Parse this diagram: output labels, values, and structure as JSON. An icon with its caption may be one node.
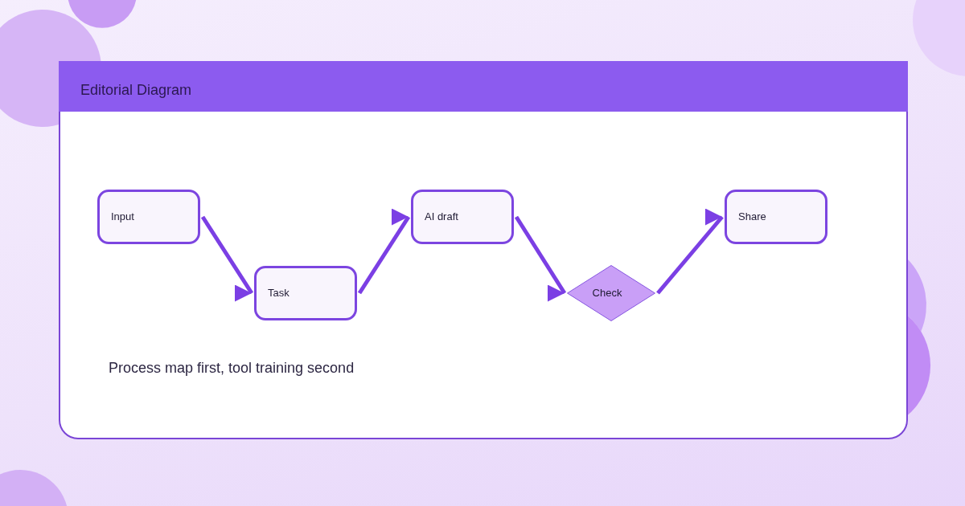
{
  "diagram": {
    "title": "Editorial Diagram",
    "caption": "Process map first, tool training second",
    "nodes": [
      {
        "text": [
          "Input"
        ]
      },
      {
        "text": [
          "Task"
        ]
      },
      {
        "text": [
          "AI draft"
        ]
      },
      {
        "text": [
          "Check"
        ]
      },
      {
        "text": [
          "Share"
        ]
      }
    ],
    "edges": [
      {
        "from": 0,
        "to": 1,
        "arrow": "to"
      },
      {
        "from": 1,
        "to": 2,
        "arrow": "to"
      },
      {
        "from": 2,
        "to": 3,
        "arrow": "to"
      },
      {
        "from": 3,
        "to": 4,
        "arrow": "to"
      }
    ]
  }
}
